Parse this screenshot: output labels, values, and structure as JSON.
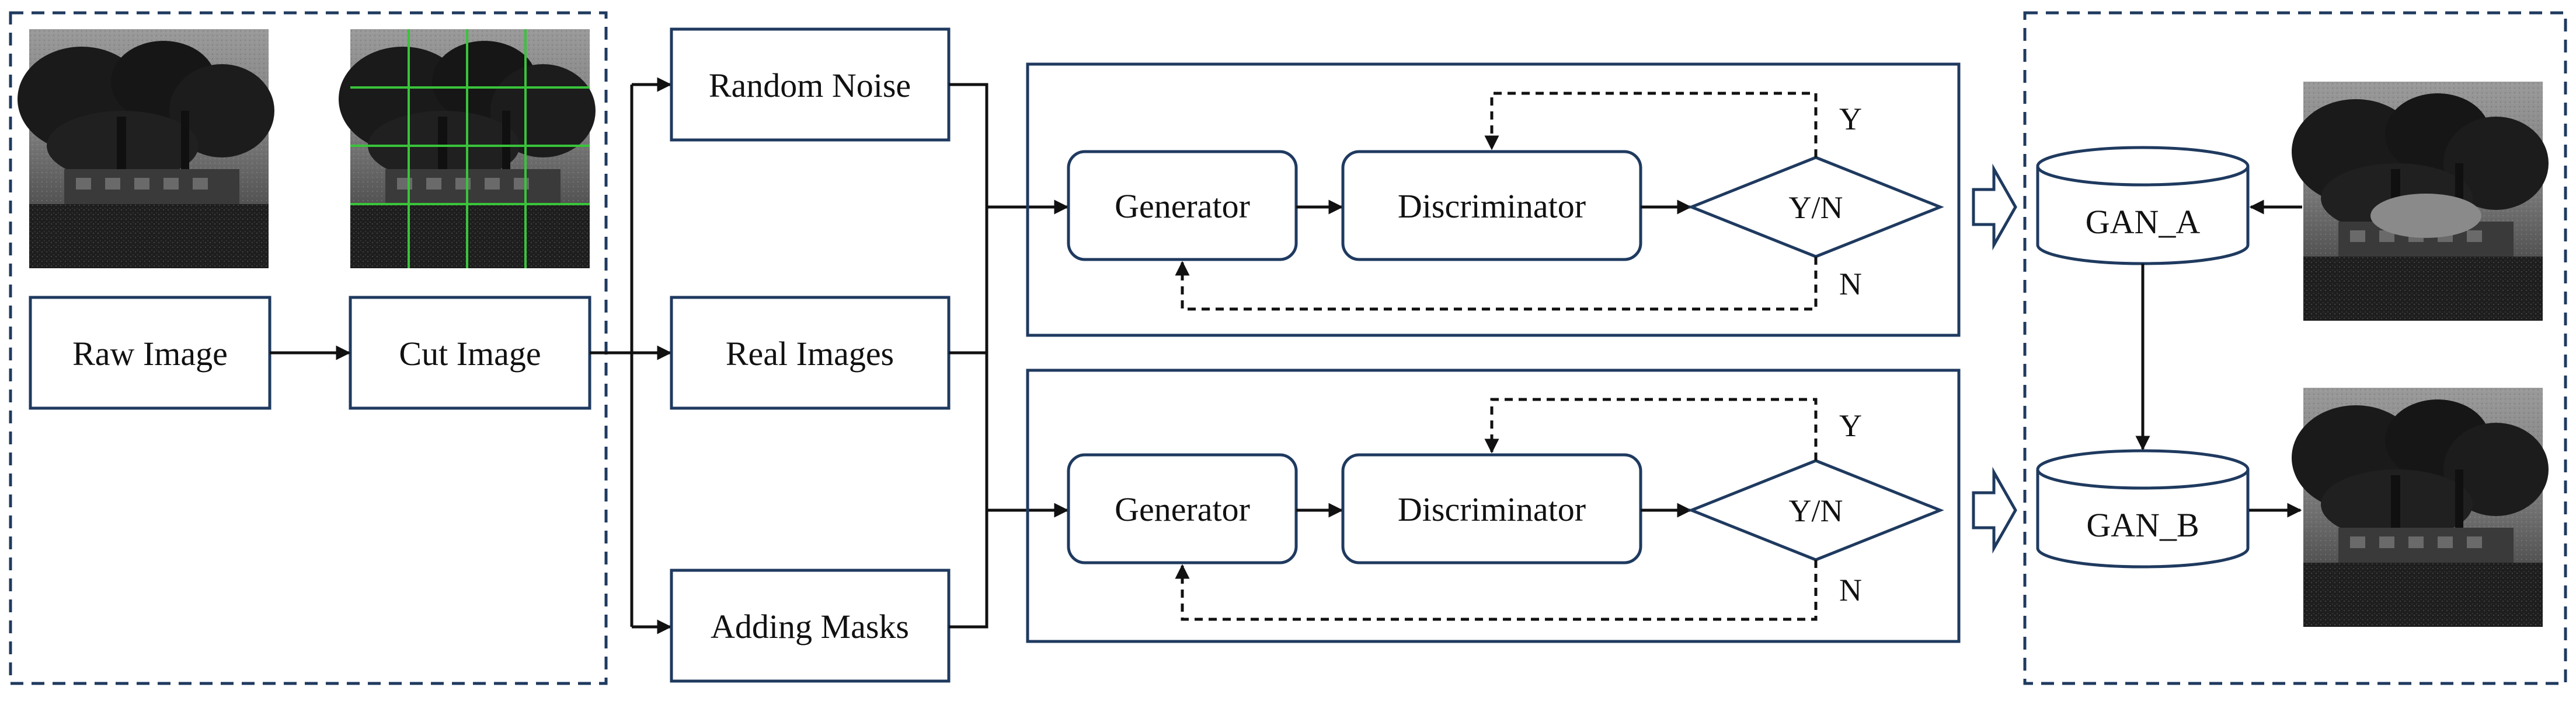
{
  "input_stage": {
    "raw_image": "Raw Image",
    "cut_image": "Cut Image"
  },
  "inputs": {
    "random_noise": "Random Noise",
    "real_images": "Real Images",
    "adding_masks": "Adding Masks"
  },
  "gan_top": {
    "generator": "Generator",
    "discriminator": "Discriminator",
    "decision": "Y/N",
    "yes": "Y",
    "no": "N"
  },
  "gan_bottom": {
    "generator": "Generator",
    "discriminator": "Discriminator",
    "decision": "Y/N",
    "yes": "Y",
    "no": "N"
  },
  "models": {
    "gan_a": "GAN_A",
    "gan_b": "GAN_B"
  },
  "colors": {
    "frame": "#1f3a5f",
    "grid": "#39c43a",
    "mask": "#8a8a8a"
  }
}
